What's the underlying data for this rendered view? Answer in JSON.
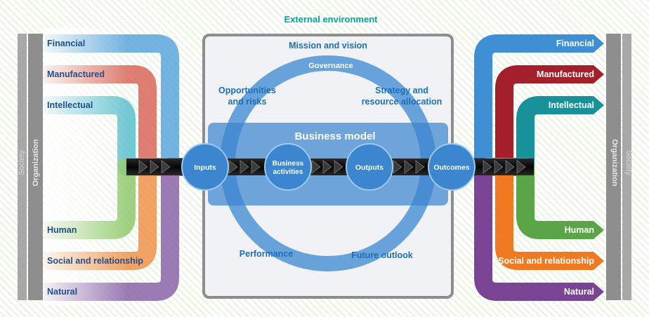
{
  "header": {
    "title": "External environment"
  },
  "side_labels": {
    "society": "Society",
    "organization": "Organization"
  },
  "capitals_in": [
    {
      "label": "Financial",
      "color": "#5aa6dc"
    },
    {
      "label": "Manufactured",
      "color": "#d9685a"
    },
    {
      "label": "Intellectual",
      "color": "#5cc0cf"
    },
    {
      "label": "Human",
      "color": "#8fc96b"
    },
    {
      "label": "Social and relationship",
      "color": "#f0924a"
    },
    {
      "label": "Natural",
      "color": "#8a64a8"
    }
  ],
  "capitals_out": [
    {
      "label": "Financial",
      "color": "#3f8fd4"
    },
    {
      "label": "Manufactured",
      "color": "#a3202a"
    },
    {
      "label": "Intellectual",
      "color": "#17919a"
    },
    {
      "label": "Human",
      "color": "#5aa548"
    },
    {
      "label": "Social and relationship",
      "color": "#ef7a22"
    },
    {
      "label": "Natural",
      "color": "#7a4494"
    }
  ],
  "center": {
    "mission": "Mission and vision",
    "governance": "Governance",
    "opportunities": [
      "Opportunities",
      "and risks"
    ],
    "strategy": [
      "Strategy and",
      "resource allocation"
    ],
    "business_model": "Business model",
    "performance": "Performance",
    "future_outlook": "Future outlook"
  },
  "nodes": {
    "inputs": "Inputs",
    "business_activities": [
      "Business",
      "activities"
    ],
    "outputs": "Outputs",
    "outcomes": "Outcomes"
  },
  "colors": {
    "title": "#00a79d",
    "ring": "#5b9bd8",
    "node": "#3b86cf",
    "band": "#4a8fd4",
    "bar": "#9a9a9a",
    "frame": "#909090",
    "hatch": "#bfe0a8"
  }
}
